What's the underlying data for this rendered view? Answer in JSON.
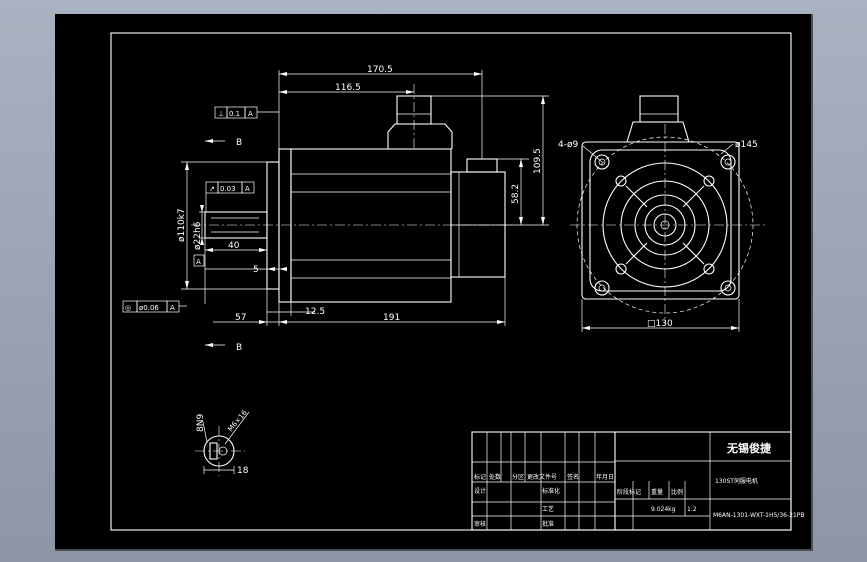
{
  "drawing": {
    "dims_side": {
      "overall_length": "170.5",
      "length_to_connector": "116.5",
      "height_total": "109.5",
      "height_encoder": "58.2",
      "shaft_length": "40",
      "shaft_step": "5",
      "flange_offset": "12.5",
      "body_length": "191",
      "pilot_length": "57",
      "pilot_diameter": "ø110k7",
      "shaft_diameter": "ø22h6"
    },
    "dims_front": {
      "bolt_circle": "ø145",
      "holes": "4-ø9",
      "flange_width": "□130"
    },
    "section": {
      "label_b": "B",
      "key_height": "8N9",
      "thread": "M6×16",
      "depth": "18"
    },
    "gdt": {
      "perp": "⊥",
      "perp_value": "0.1",
      "runout": "↗",
      "runout_value": "0.03",
      "conc": "◎",
      "conc_value": "ø0.06",
      "datum": "A"
    },
    "title_block": {
      "company": "无锡俊捷",
      "part_name": "130ST伺服电机",
      "model": "M6AN-1301-WXT-1H5/36-21PB",
      "mass": "9.024kg",
      "scale": "1:2",
      "labels": [
        "标记",
        "处数",
        "分区",
        "更改文件号",
        "签名",
        "年月日",
        "设计",
        "标准化",
        "审核",
        "工艺",
        "批准",
        "阶段标记",
        "重量",
        "比例"
      ]
    }
  }
}
